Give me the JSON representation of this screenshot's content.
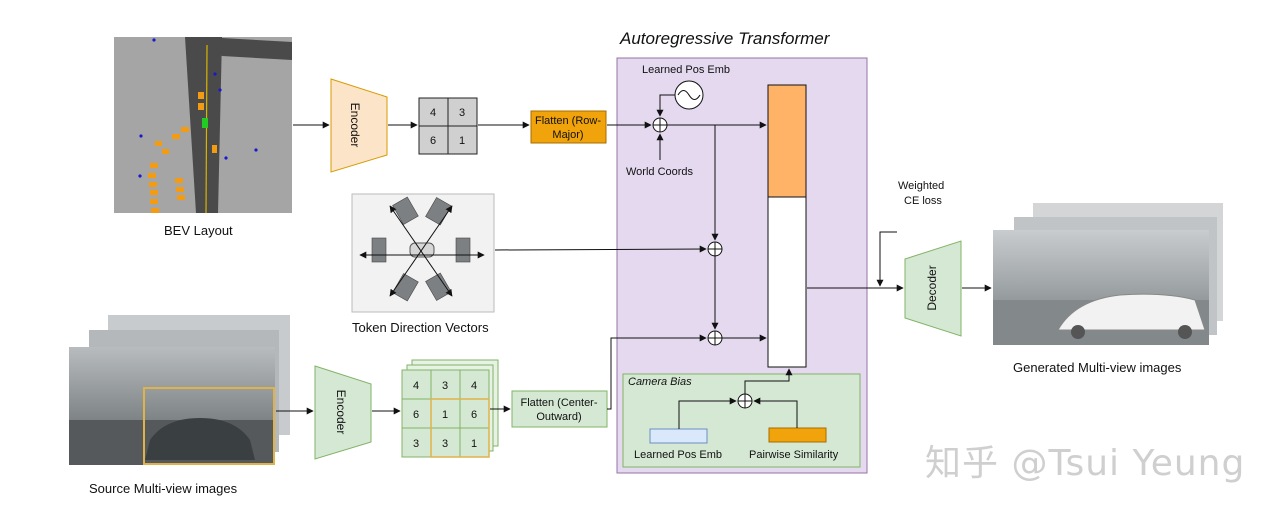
{
  "title": "Autoregressive Transformer",
  "inputs": {
    "bev_label": "BEV Layout",
    "direction_label": "Token Direction Vectors",
    "source_label": "Source Multi-view images"
  },
  "encoders": {
    "top": "Encoder",
    "bottom": "Encoder"
  },
  "top_grid": [
    "4",
    "3",
    "6",
    "1"
  ],
  "bottom_grid": [
    "4",
    "3",
    "4",
    "6",
    "1",
    "6",
    "3",
    "3",
    "1"
  ],
  "flatten": {
    "top": [
      "Flatten (Row-",
      "Major)"
    ],
    "bottom": [
      "Flatten (Center-",
      "Outward)"
    ]
  },
  "transformer": {
    "pos_emb": "Learned Pos Emb",
    "world_coords": "World Coords",
    "camera_bias": "Camera Bias",
    "bias_pos_emb": "Learned Pos Emb",
    "pairwise": "Pairwise Similarity"
  },
  "loss": [
    "Weighted",
    "CE loss"
  ],
  "decoder": "Decoder",
  "output_label": "Generated Multi-view images",
  "watermark": "知乎 @Tsui Yeung",
  "colors": {
    "encoder_top": "#fce4c8",
    "encoder_bottom": "#d5e8d4",
    "flatten_top": "#f0a30a",
    "flatten_bottom": "#d5e8d4",
    "transformer_bg": "#e4d9ee",
    "camera_bias_bg": "#d5e8d4",
    "token_fill": "#ffb366",
    "pos_emb_fill": "#dae8fc",
    "pairwise_fill": "#f0a30a",
    "decoder": "#d5e8d4"
  }
}
